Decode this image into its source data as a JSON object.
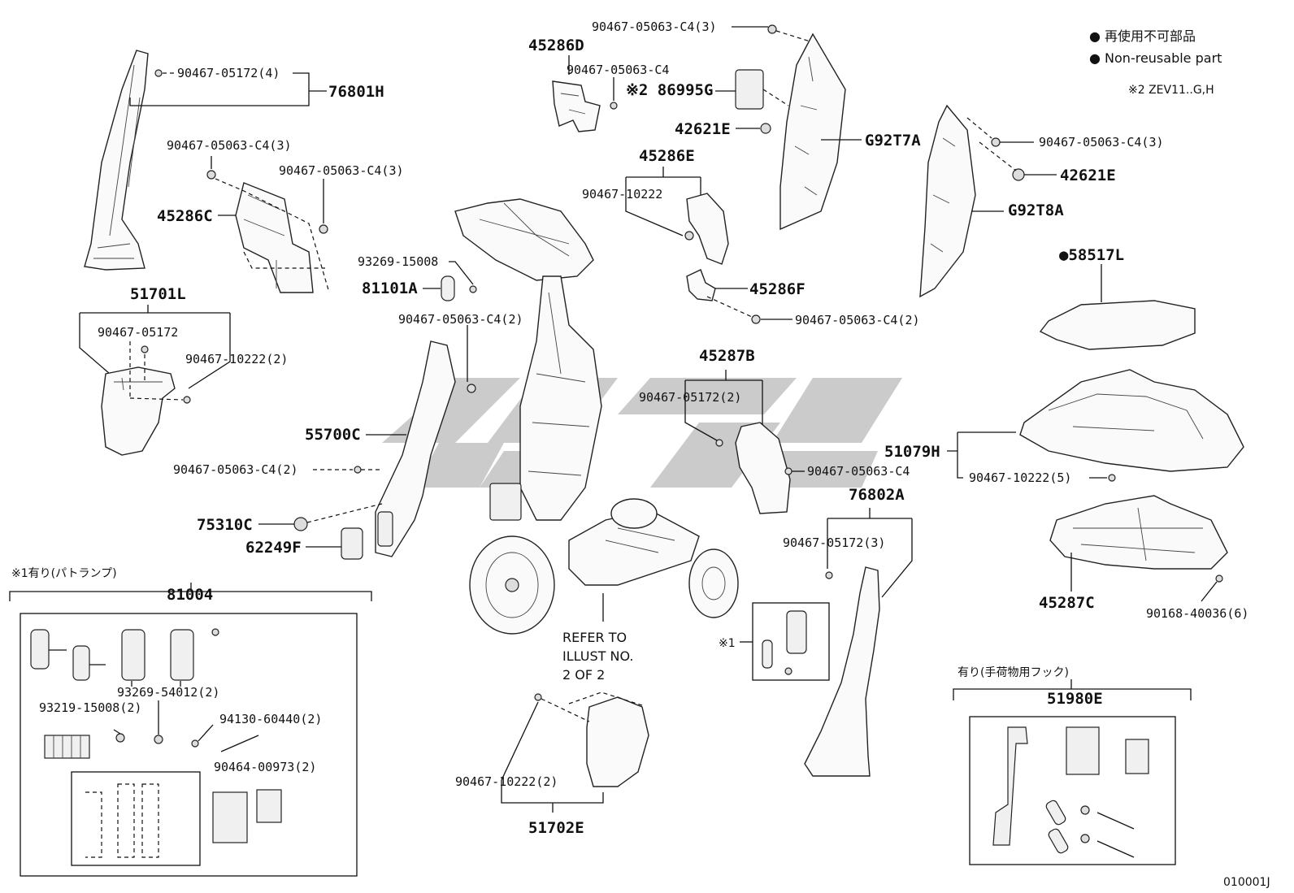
{
  "legend": {
    "line1": "● 再使用不可部品",
    "line2": "● Non-reusable part",
    "note2": "※2  ZEV11..G,H"
  },
  "labels": {
    "l_90467_05172_4": "90467-05172(4)",
    "l_76801H": "76801H",
    "l_90467_05063_C4_3_a": "90467-05063-C4(3)",
    "l_90467_05063_C4_3_b": "90467-05063-C4(3)",
    "l_45286C": "45286C",
    "l_51701L": "51701L",
    "l_90467_05172": "90467-05172",
    "l_90467_10222_2_a": "90467-10222(2)",
    "l_45286D": "45286D",
    "l_90467_05063_C4_top": "90467-05063-C4(3)",
    "l_90467_05063_C4_single": "90467-05063-C4",
    "l_86995G": "※2 86995G",
    "l_42621E_a": "42621E",
    "l_G92T7A": "G92T7A",
    "l_45286E": "45286E",
    "l_90467_10222": "90467-10222",
    "l_93269_15008": "93269-15008",
    "l_81101A": "81101A",
    "l_90467_05063_C4_2_a": "90467-05063-C4(2)",
    "l_45286F": "45286F",
    "l_90467_05063_C4_2_b": "90467-05063-C4(2)",
    "l_90467_05063_C4_3_c": "90467-05063-C4(3)",
    "l_42621E_b": "42621E",
    "l_G92T8A": "G92T8A",
    "l_58517L": "●58517L",
    "l_45287B": "45287B",
    "l_90467_05172_2": "90467-05172(2)",
    "l_55700C": "55700C",
    "l_90467_05063_C4_2_c": "90467-05063-C4(2)",
    "l_75310C": "75310C",
    "l_62249F": "62249F",
    "l_90467_05063_C4_b": "90467-05063-C4",
    "l_76802A": "76802A",
    "l_90467_05172_3": "90467-05172(3)",
    "l_51079H": "51079H",
    "l_90467_10222_5": "90467-10222(5)",
    "l_45287C": "45287C",
    "l_90168_40036_6": "90168-40036(6)",
    "l_refer1": "REFER TO",
    "l_refer2": "ILLUST NO.",
    "l_refer3": "2 OF 2",
    "l_mark1": "※1",
    "l_90467_10222_2_b": "90467-10222(2)",
    "l_51702E": "51702E",
    "l_kit_note": "※1有り(パトランプ)",
    "l_81004": "81004",
    "l_93269_54012": "93269-54012(2)",
    "l_93219_15008": "93219-15008(2)",
    "l_94130_60440": "94130-60440(2)",
    "l_90464_00973": "90464-00973(2)",
    "l_hook_note": "有り(手荷物用フック)",
    "l_51980E": "51980E",
    "l_code": "010001J"
  }
}
